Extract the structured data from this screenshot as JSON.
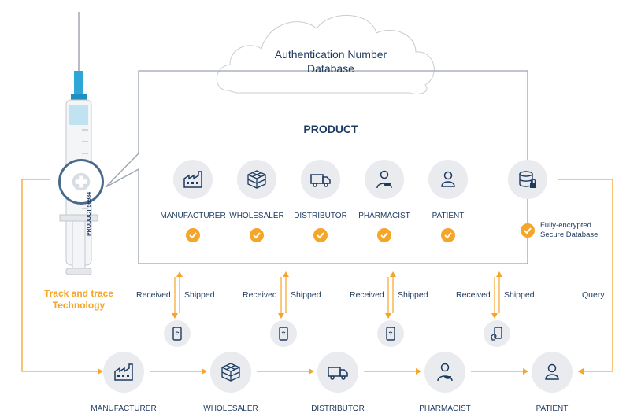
{
  "cloud": {
    "title_line1": "Authentication Number",
    "title_line2": "Database"
  },
  "product_box": {
    "title": "PRODUCT",
    "stakeholders": [
      {
        "label": "MANUFACTURER",
        "icon": "factory-icon",
        "checked": true
      },
      {
        "label": "WHOLESALER",
        "icon": "boxes-icon",
        "checked": true
      },
      {
        "label": "DISTRIBUTOR",
        "icon": "truck-icon",
        "checked": true
      },
      {
        "label": "PHARMACIST",
        "icon": "pharmacist-icon",
        "checked": true
      },
      {
        "label": "PATIENT",
        "icon": "person-icon",
        "checked": true
      }
    ],
    "secure_db_line1": "Fully-encrypted",
    "secure_db_line2": "Secure Database"
  },
  "syringe": {
    "product_code": "PRODUCT 56984"
  },
  "track": {
    "line1": "Track and trace",
    "line2": "Technology"
  },
  "flow_labels": {
    "received": "Received",
    "shipped": "Shipped",
    "query": "Query"
  },
  "bottom_chain": [
    {
      "label": "MANUFACTURER",
      "icon": "factory-icon"
    },
    {
      "label": "WHOLESALER",
      "icon": "boxes-icon"
    },
    {
      "label": "DISTRIBUTOR",
      "icon": "truck-icon"
    },
    {
      "label": "PHARMACIST",
      "icon": "pharmacist-icon"
    },
    {
      "label": "PATIENT",
      "icon": "person-icon"
    }
  ],
  "colors": {
    "accent": "#f5a52a",
    "navy": "#1d3a5f",
    "circle_bg": "#e9ebee",
    "line": "#9aa3ad"
  }
}
